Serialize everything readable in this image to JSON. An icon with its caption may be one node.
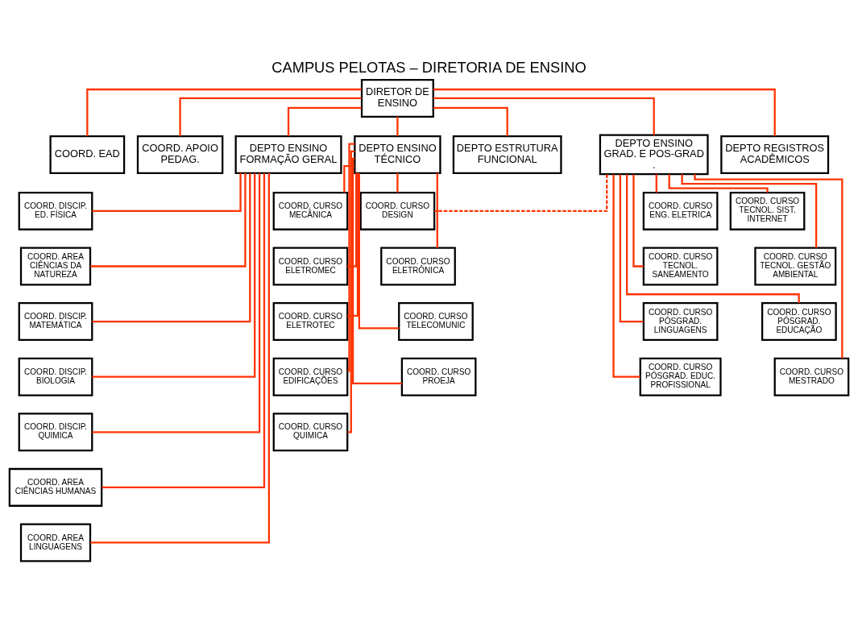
{
  "diagram": {
    "title": "CAMPUS PELOTAS – DIRETORIA DE ENSINO",
    "nodes": [
      {
        "text": [
          "DIRETOR DE ENSINO"
        ]
      },
      {
        "text": [
          "COORD. EAD"
        ]
      },
      {
        "text": [
          "COORD. APOIO PEDAG."
        ]
      },
      {
        "text": [
          "DEPTO ENSINO FORMAÇÃO GERAL"
        ]
      },
      {
        "text": [
          "DEPTO ENSINO TÉCNICO"
        ]
      },
      {
        "text": [
          "DEPTO ESTRUTURA FUNCIONAL"
        ]
      },
      {
        "text": [
          "DEPTO ENSINO GRAD. E POS-GRAD ."
        ]
      },
      {
        "text": [
          "DEPTO REGISTROS ACADÊMICOS"
        ]
      },
      {
        "text": [
          "COORD. DISCIP. ED. FÍSICA"
        ]
      },
      {
        "text": [
          "COORD. AREA CIÊNCIAS DA NATUREZA"
        ]
      },
      {
        "text": [
          "COORD. DISCIP. MATEMÁTICA"
        ]
      },
      {
        "text": [
          "COORD. DISCIP. BIOLOGIA"
        ]
      },
      {
        "text": [
          "COORD. DISCIP. QUIMICA"
        ]
      },
      {
        "text": [
          "COORD. AREA CIÊNCIAS HUMANAS"
        ]
      },
      {
        "text": [
          "COORD. AREA LINGUAGENS"
        ]
      },
      {
        "text": [
          "COORD. CURSO MECÂNICA"
        ]
      },
      {
        "text": [
          "COORD. CURSO DESIGN"
        ]
      },
      {
        "text": [
          "COORD. CURSO ELETROMEC"
        ]
      },
      {
        "text": [
          "COORD. CURSO ELETRÔNICA"
        ]
      },
      {
        "text": [
          "COORD. CURSO ELETROTEC"
        ]
      },
      {
        "text": [
          "COORD. CURSO TELECOMUNIC"
        ]
      },
      {
        "text": [
          "COORD. CURSO EDIFICAÇÕES"
        ]
      },
      {
        "text": [
          "COORD. CURSO PROEJA"
        ]
      },
      {
        "text": [
          "COORD. CURSO QUIMICA"
        ]
      },
      {
        "text": [
          "COORD. CURSO ENG. ELETRICA"
        ]
      },
      {
        "text": [
          "COORD. CURSO TECNOL. SIST. INTERNET"
        ]
      },
      {
        "text": [
          "COORD. CURSO TECNOL. SANEAMENTO"
        ]
      },
      {
        "text": [
          "COORD. CURSO TECNOL. GESTÃO AMBIENTAL"
        ]
      },
      {
        "text": [
          "COORD. CURSO PÓSGRAD. LINGUAGENS"
        ]
      },
      {
        "text": [
          "COORD. CURSO PÓSGRAD. EDUCAÇÃO"
        ]
      },
      {
        "text": [
          "COORD. CURSO PÓSGRAD. EDUC. PROFISSIONAL"
        ]
      },
      {
        "text": [
          "COORD. CURSO MESTRADO"
        ]
      }
    ],
    "edges": [
      {
        "from": 0,
        "to": 1,
        "arrow": "none"
      },
      {
        "from": 0,
        "to": 2,
        "arrow": "none"
      },
      {
        "from": 0,
        "to": 3,
        "arrow": "none"
      },
      {
        "from": 0,
        "to": 4,
        "arrow": "none"
      },
      {
        "from": 0,
        "to": 5,
        "arrow": "none"
      },
      {
        "from": 0,
        "to": 6,
        "arrow": "none"
      },
      {
        "from": 0,
        "to": 7,
        "arrow": "none"
      },
      {
        "from": 3,
        "to": 8,
        "arrow": "none"
      },
      {
        "from": 3,
        "to": 9,
        "arrow": "none"
      },
      {
        "from": 3,
        "to": 10,
        "arrow": "none"
      },
      {
        "from": 3,
        "to": 11,
        "arrow": "none"
      },
      {
        "from": 3,
        "to": 12,
        "arrow": "none"
      },
      {
        "from": 3,
        "to": 13,
        "arrow": "none"
      },
      {
        "from": 3,
        "to": 14,
        "arrow": "none"
      },
      {
        "from": 4,
        "to": 15,
        "arrow": "none"
      },
      {
        "from": 4,
        "to": 16,
        "arrow": "none"
      },
      {
        "from": 4,
        "to": 17,
        "arrow": "none"
      },
      {
        "from": 4,
        "to": 18,
        "arrow": "none"
      },
      {
        "from": 4,
        "to": 19,
        "arrow": "none"
      },
      {
        "from": 4,
        "to": 20,
        "arrow": "none"
      },
      {
        "from": 4,
        "to": 21,
        "arrow": "none"
      },
      {
        "from": 4,
        "to": 22,
        "arrow": "none"
      },
      {
        "from": 4,
        "to": 23,
        "arrow": "none"
      },
      {
        "from": 6,
        "to": 16,
        "arrow": "none",
        "style": "dashed"
      },
      {
        "from": 6,
        "to": 24,
        "arrow": "none"
      },
      {
        "from": 6,
        "to": 25,
        "arrow": "none"
      },
      {
        "from": 6,
        "to": 26,
        "arrow": "none"
      },
      {
        "from": 6,
        "to": 27,
        "arrow": "none"
      },
      {
        "from": 6,
        "to": 28,
        "arrow": "none"
      },
      {
        "from": 6,
        "to": 29,
        "arrow": "none"
      },
      {
        "from": 6,
        "to": 30,
        "arrow": "none"
      },
      {
        "from": 6,
        "to": 31,
        "arrow": "none"
      }
    ]
  }
}
